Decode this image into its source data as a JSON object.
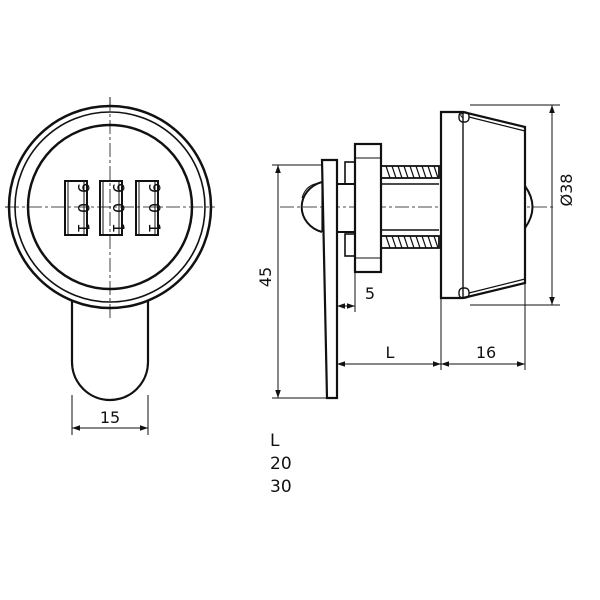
{
  "dimensions": {
    "handle_width": "15",
    "height": "45",
    "nut_thickness": "5",
    "length": "L",
    "head_depth": "16",
    "diameter": "Ø38"
  },
  "dials": [
    {
      "digits": [
        "9",
        "0",
        "1"
      ]
    },
    {
      "digits": [
        "9",
        "0",
        "1"
      ]
    },
    {
      "digits": [
        "9",
        "0",
        "1"
      ]
    }
  ],
  "length_table": {
    "header": "L",
    "values": [
      "20",
      "30"
    ]
  },
  "colors": {
    "line": "#111111",
    "background": "#ffffff"
  }
}
